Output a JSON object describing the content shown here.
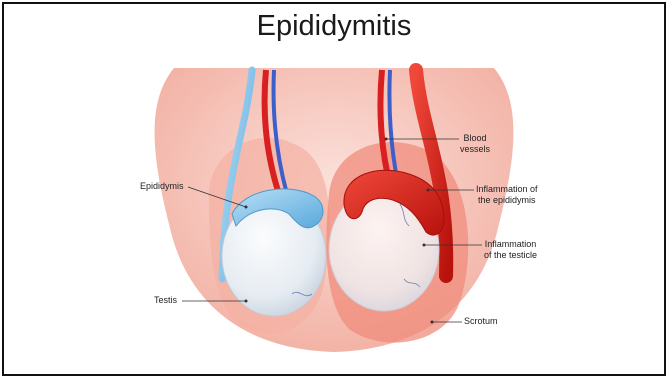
{
  "title": "Epididymitis",
  "labels": {
    "epididymis": "Epididymis",
    "testis": "Testis",
    "blood_vessels": "Blood\nvessels",
    "inflammation_epididymis": "Inflammation of\nthe epididymis",
    "inflammation_testicle": "Inflammation\nof the testicle",
    "scrotum": "Scrotum"
  },
  "colors": {
    "scrotum_skin": "#f7c6bd",
    "scrotum_inner": "#f2a596",
    "testis_healthy": "#e4eaf2",
    "epididymis_healthy": "#8ec9ee",
    "inflamed_red": "#e2231a",
    "vein_blue": "#3d5fc9",
    "artery_red": "#d92020"
  }
}
